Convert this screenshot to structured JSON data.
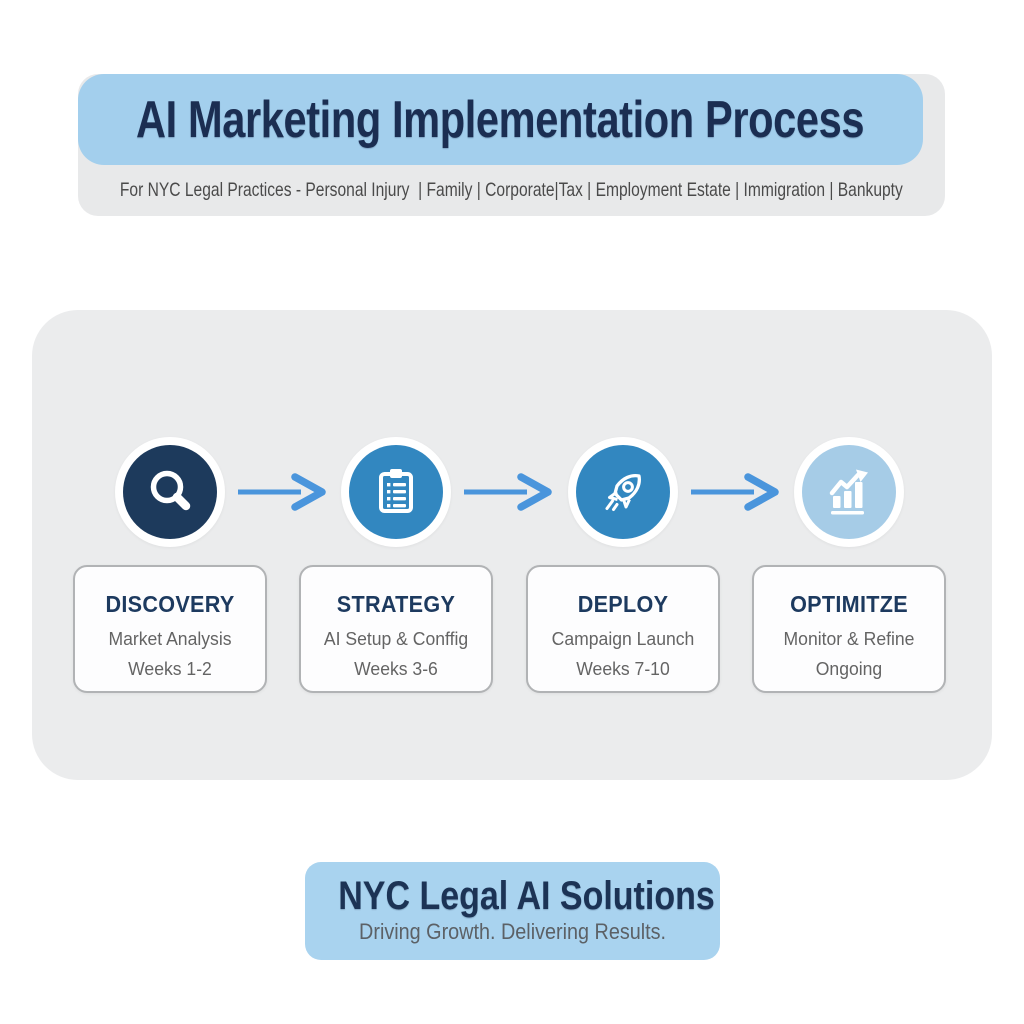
{
  "header": {
    "title": "AI Marketing Implementation Process",
    "subtitle": "For NYC Legal Practices - Personal Injury  | Family | Corporate|Tax | Employment Estate | Immigration | Bankupty"
  },
  "process": {
    "steps": [
      {
        "title": "DISCOVERY",
        "subtitle": "Market Analysis",
        "duration": "Weeks 1-2",
        "icon": "magnifier-icon",
        "circle_color": "#1d3a5c"
      },
      {
        "title": "STRATEGY",
        "subtitle": "AI Setup & Conffig",
        "duration": "Weeks 3-6",
        "icon": "clipboard-icon",
        "circle_color": "#3287c0"
      },
      {
        "title": "DEPLOY",
        "subtitle": "Campaign Launch",
        "duration": "Weeks 7-10",
        "icon": "rocket-icon",
        "circle_color": "#3287c0"
      },
      {
        "title": "OPTIMITZE",
        "subtitle": "Monitor & Refine",
        "duration": "Ongoing",
        "icon": "chart-growth-icon",
        "circle_color": "#a6cce7"
      }
    ],
    "arrow_color": "#4a95dc"
  },
  "footer": {
    "title": "NYC Legal AI Solutions",
    "tagline": "Driving Growth. Delivering Results."
  },
  "colors": {
    "banner_blue": "#a3cfed",
    "footer_blue": "#a9d3ef",
    "navy_text": "#1b2e52",
    "panel_gray": "#ebeced",
    "header_gray": "#e8e9ea",
    "card_border": "#b1b3b5",
    "body_text_gray": "#646464",
    "arrow_blue": "#4a95dc"
  }
}
